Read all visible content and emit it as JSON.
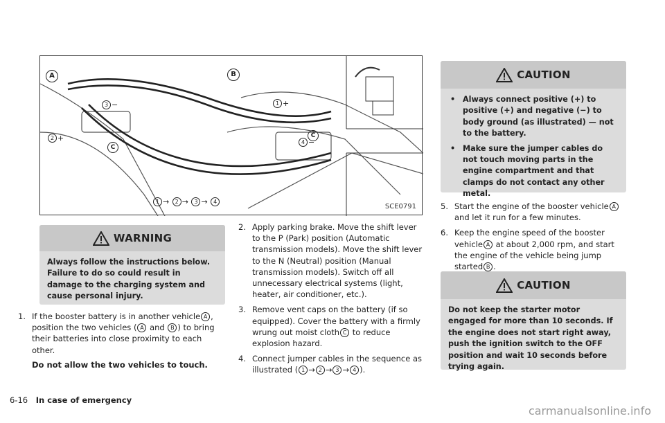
{
  "figure": {
    "code": "SCE0791",
    "labels": {
      "A": "A",
      "B": "B",
      "C": "C",
      "one": "1",
      "two": "2",
      "three": "3",
      "four": "4",
      "plus": "+",
      "minus": "−",
      "arrow": "→"
    }
  },
  "warning": {
    "title": "WARNING",
    "text": "Always follow the instructions below. Failure to do so could result in damage to the charging system and cause personal injury."
  },
  "steps_left": [
    {
      "num": "1.",
      "pre": "If the booster battery is in another vehicle",
      "mid1": ", position the two vehicles (",
      "mid2": " and ",
      "post": ") to bring their batteries into close proximity to each other.",
      "bold_note": "Do not allow the two vehicles to touch."
    }
  ],
  "steps_middle": [
    {
      "num": "2.",
      "text": "Apply parking brake. Move the shift lever to the P (Park) position (Automatic transmission models). Move the shift lever to the N (Neutral) position (Manual transmission models). Switch off all unnecessary electrical systems (light, heater, air conditioner, etc.)."
    },
    {
      "num": "3.",
      "pre": "Remove vent caps on the battery (if so equipped). Cover the battery with a firmly wrung out moist cloth",
      "post": " to reduce explosion hazard."
    },
    {
      "num": "4.",
      "pre": "Connect jumper cables in the sequence as illustrated (",
      "post": ")."
    }
  ],
  "caution1": {
    "title": "CAUTION",
    "items": [
      "Always connect positive (+) to positive (+) and negative (−) to body ground (as illustrated) — not to the battery.",
      "Make sure the jumper cables do not touch moving parts in the engine compartment and that clamps do not contact any other metal."
    ]
  },
  "steps_right": [
    {
      "num": "5.",
      "pre": "Start the engine of the booster vehicle",
      "post": " and let it run for a few minutes."
    },
    {
      "num": "6.",
      "pre": "Keep the engine speed of the booster vehicle",
      "mid": " at about 2,000 rpm, and start the engine of the vehicle being jump started",
      "post": "."
    }
  ],
  "caution2": {
    "title": "CAUTION",
    "text": "Do not keep the starter motor engaged for more than 10 seconds. If the engine does not start right away, push the ignition switch to the OFF position and wait 10 seconds before trying again."
  },
  "footer": {
    "page": "6-16",
    "section": "In case of emergency"
  },
  "watermark": "carmanualsonline.info"
}
